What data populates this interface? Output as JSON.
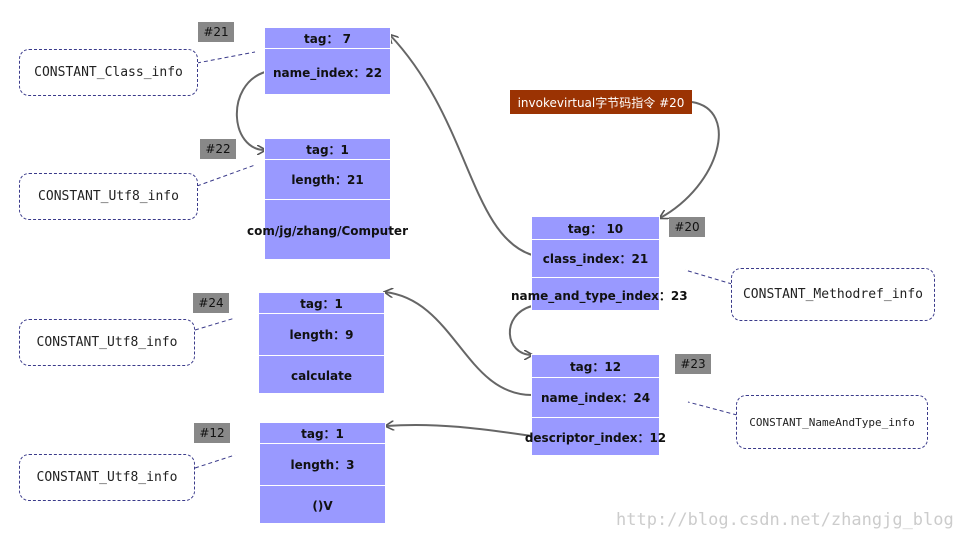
{
  "instruction": {
    "label": "invokevirtual字节码指令 #20"
  },
  "entries": {
    "e21": {
      "badge": "#21",
      "callout": "CONSTANT_Class_info",
      "rows": [
        "tag： 7",
        "name_index：22"
      ]
    },
    "e22": {
      "badge": "#22",
      "callout": "CONSTANT_Utf8_info",
      "rows": [
        "tag：1",
        "length：21",
        "com/jg/zhang/Computer"
      ]
    },
    "e20": {
      "badge": "#20",
      "callout": "CONSTANT_Methodref_info",
      "rows": [
        "tag： 10",
        "class_index：21",
        "name_and_type_index：23"
      ]
    },
    "e24": {
      "badge": "#24",
      "callout": "CONSTANT_Utf8_info",
      "rows": [
        "tag：1",
        "length：9",
        "calculate"
      ]
    },
    "e23": {
      "badge": "#23",
      "callout": "CONSTANT_NameAndType_info",
      "rows": [
        "tag：12",
        "name_index：24",
        "descriptor_index：12"
      ]
    },
    "e12": {
      "badge": "#12",
      "callout": "CONSTANT_Utf8_info",
      "rows": [
        "tag：1",
        "length：3",
        "()V"
      ]
    }
  },
  "watermark": "http://blog.csdn.net/zhangjg_blog"
}
